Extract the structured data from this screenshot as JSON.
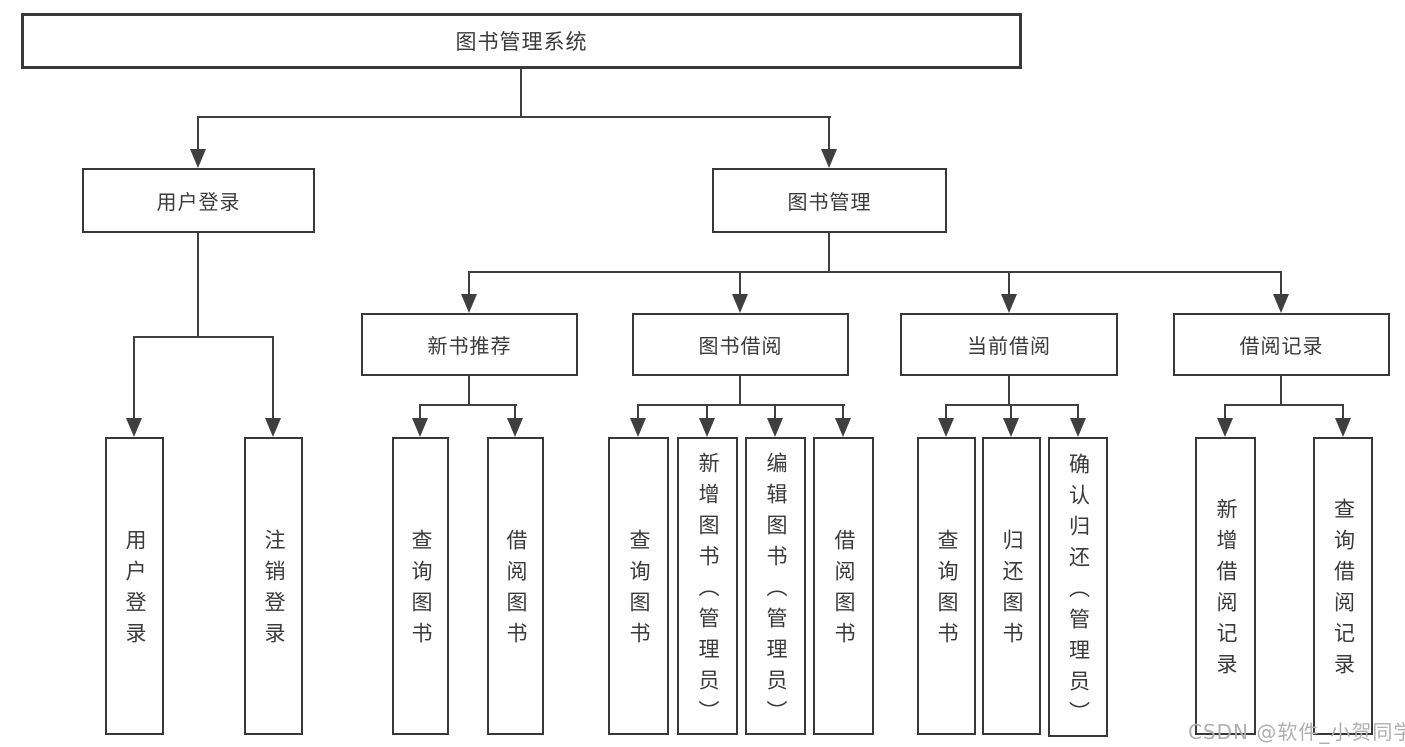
{
  "tree": {
    "label": "图书管理系统",
    "children": [
      {
        "label": "用户登录",
        "children": [
          {
            "label": "用户登录"
          },
          {
            "label": "注销登录"
          }
        ]
      },
      {
        "label": "图书管理",
        "children": [
          {
            "label": "新书推荐",
            "children": [
              {
                "label": "查询图书"
              },
              {
                "label": "借阅图书"
              }
            ]
          },
          {
            "label": "图书借阅",
            "children": [
              {
                "label": "查询图书"
              },
              {
                "label": "新增图书（管理员）"
              },
              {
                "label": "编辑图书（管理员）"
              },
              {
                "label": "借阅图书"
              }
            ]
          },
          {
            "label": "当前借阅",
            "children": [
              {
                "label": "查询图书"
              },
              {
                "label": "归还图书"
              },
              {
                "label": "确认归还（管理员）"
              }
            ]
          },
          {
            "label": "借阅记录",
            "children": [
              {
                "label": "新增借阅记录"
              },
              {
                "label": "查询借阅记录"
              }
            ]
          }
        ]
      }
    ]
  },
  "watermark": {
    "text": "CSDN @软件_小贺同学"
  },
  "colors": {
    "line": "#3f3f3f",
    "border": "#383838",
    "text": "#3a3a3a",
    "background": "#ffffff",
    "watermark": "#b0b0b0"
  }
}
